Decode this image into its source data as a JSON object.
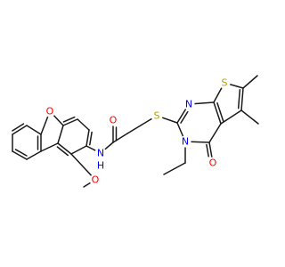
{
  "molecule": {
    "atom_labels": {
      "O_furan": {
        "text": "O",
        "color": "#ff0000"
      },
      "N_amide": {
        "text": "N",
        "color": "#0000ff"
      },
      "H_amide": {
        "text": "H",
        "color": "#0000ff"
      },
      "O_carbonyl": {
        "text": "O",
        "color": "#ff0000"
      },
      "O_methoxy": {
        "text": "O",
        "color": "#ff0000"
      },
      "S_thioether": {
        "text": "S",
        "color": "#b8a000"
      },
      "N_pyrimidine": {
        "text": "N",
        "color": "#0000ff"
      },
      "N_ethyl": {
        "text": "N",
        "color": "#0000ff"
      },
      "O_ketone": {
        "text": "O",
        "color": "#ff0000"
      },
      "S_thiophene": {
        "text": "S",
        "color": "#b8a000"
      }
    },
    "bond_color": "#1a1a1a"
  }
}
